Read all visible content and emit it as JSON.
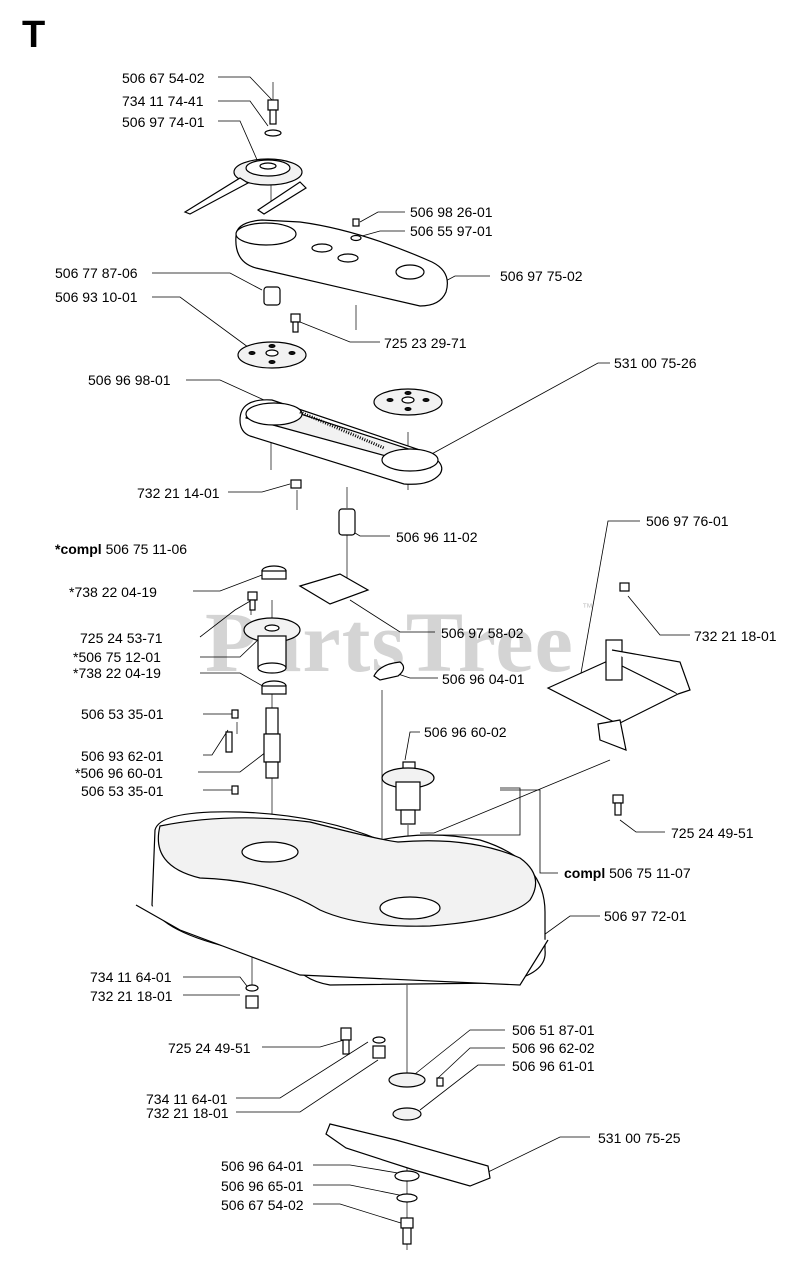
{
  "page": {
    "section": "T",
    "watermark": "PartsTree",
    "watermark_tm": "™"
  },
  "labels": [
    {
      "id": "p1",
      "text": "506 67 54-02"
    },
    {
      "id": "p2",
      "text": "734 11 74-41"
    },
    {
      "id": "p3",
      "text": "506 97 74-01"
    },
    {
      "id": "p4",
      "text": "506 98 26-01"
    },
    {
      "id": "p5",
      "text": "506 55 97-01"
    },
    {
      "id": "p6",
      "text": "506 77 87-06"
    },
    {
      "id": "p7",
      "text": "506 97 75-02"
    },
    {
      "id": "p8",
      "text": "506 93 10-01"
    },
    {
      "id": "p9",
      "text": "725 23 29-71"
    },
    {
      "id": "p10",
      "text": "531 00 75-26"
    },
    {
      "id": "p11",
      "text": "506 96 98-01"
    },
    {
      "id": "p12",
      "text": "732 21 14-01"
    },
    {
      "id": "p13",
      "text": "506 96 11-02"
    },
    {
      "id": "p14",
      "text": "506 97 76-01"
    },
    {
      "id": "p15",
      "prefix": "*compl",
      "text": "506 75 11-06"
    },
    {
      "id": "p16",
      "text": "*738 22 04-19"
    },
    {
      "id": "p17",
      "text": "725 24 53-71"
    },
    {
      "id": "p18",
      "text": "*506 75 12-01"
    },
    {
      "id": "p19",
      "text": "*738 22 04-19"
    },
    {
      "id": "p20",
      "text": "506 97 58-02"
    },
    {
      "id": "p21",
      "text": "732 21 18-01"
    },
    {
      "id": "p22",
      "text": "506 96 04-01"
    },
    {
      "id": "p23",
      "text": "506 53 35-01"
    },
    {
      "id": "p24",
      "text": "506 96 60-02"
    },
    {
      "id": "p25",
      "text": "506 93 62-01"
    },
    {
      "id": "p26",
      "text": "*506 96 60-01"
    },
    {
      "id": "p27",
      "text": "506 53 35-01"
    },
    {
      "id": "p28",
      "text": "725 24 49-51"
    },
    {
      "id": "p29",
      "prefix": "compl",
      "text": "506 75 11-07"
    },
    {
      "id": "p30",
      "text": "506 97 72-01"
    },
    {
      "id": "p31",
      "text": "734 11 64-01"
    },
    {
      "id": "p32",
      "text": "732 21 18-01"
    },
    {
      "id": "p33",
      "text": "725 24 49-51"
    },
    {
      "id": "p34",
      "text": "506 51 87-01"
    },
    {
      "id": "p35",
      "text": "506 96 62-02"
    },
    {
      "id": "p36",
      "text": "506 96 61-01"
    },
    {
      "id": "p37",
      "text": "734 11 64-01"
    },
    {
      "id": "p38",
      "text": "732 21 18-01"
    },
    {
      "id": "p39",
      "text": "531 00 75-25"
    },
    {
      "id": "p40",
      "text": "506 96 64-01"
    },
    {
      "id": "p41",
      "text": "506 96 65-01"
    },
    {
      "id": "p42",
      "text": "506 67 54-02"
    }
  ]
}
